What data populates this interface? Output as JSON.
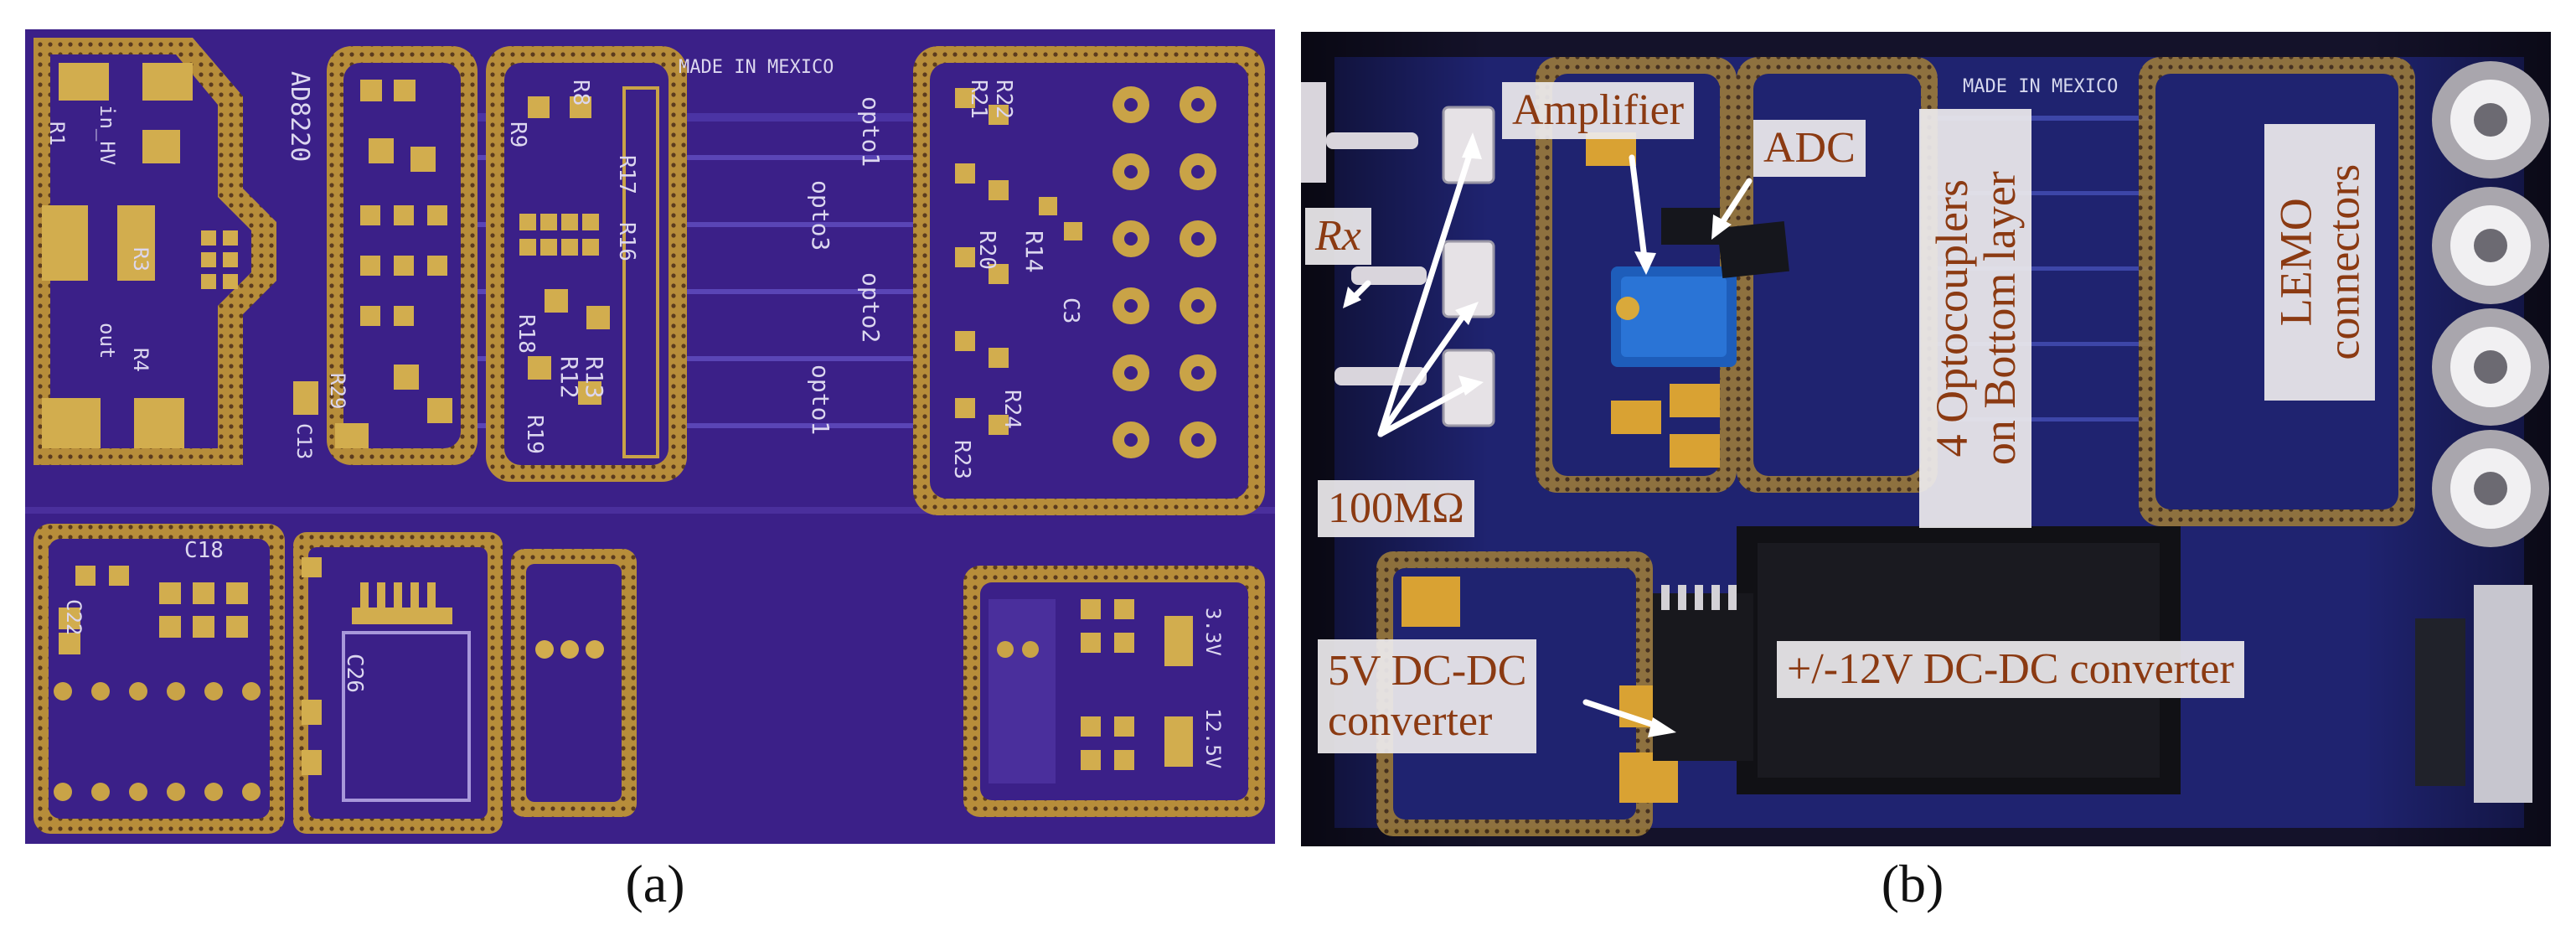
{
  "figure": {
    "caption_a": "(a)",
    "caption_b": "(b)"
  },
  "panel_a": {
    "silkscreen": {
      "made_in": "MADE IN MEXICO",
      "chip": "AD8220",
      "opto_labels": [
        "opto1",
        "opto3",
        "opto2",
        "opto1"
      ],
      "refs": [
        "R1",
        "R3",
        "R4",
        "in_HV",
        "out",
        "C22",
        "C18",
        "C26",
        "C13",
        "R29",
        "R8",
        "R9",
        "R17",
        "R16",
        "R18",
        "R13",
        "R12",
        "R19",
        "R14",
        "R20",
        "R22",
        "R21",
        "R23",
        "R24",
        "C3",
        "3.3V",
        "12.5V"
      ]
    }
  },
  "panel_b": {
    "silkscreen": {
      "made_in": "MADE IN MEXICO"
    },
    "annotations": {
      "rx": "Rx",
      "amplifier": "Amplifier",
      "adc": "ADC",
      "resistor": "100MΩ",
      "optocouplers_line1": "4 Optocouplers",
      "optocouplers_line2": "on Bottom layer",
      "lemo_line1": "LEMO",
      "lemo_line2": "connectors",
      "dcdc5_line1": "5V DC-DC",
      "dcdc5_line2": "converter",
      "dcdc12": "+/-12V DC-DC converter"
    }
  },
  "colors": {
    "board_purple": "#3a1f86",
    "pad_gold": "#c9a347",
    "label_text": "#8b3a12",
    "board_blue": "#1f2370"
  }
}
